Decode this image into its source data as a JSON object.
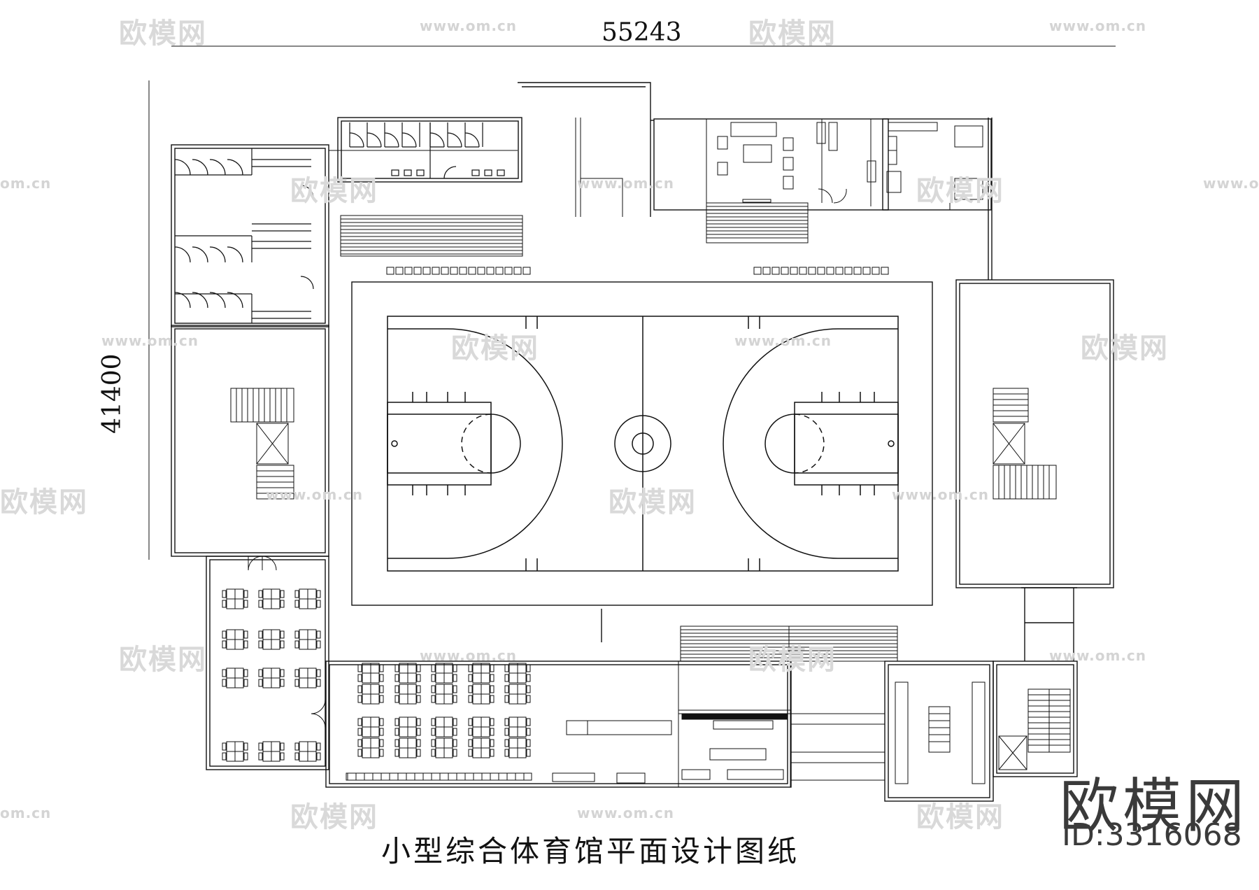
{
  "dimensions": {
    "width_label": "55243",
    "height_label": "41400"
  },
  "title": "小型综合体育馆平面设计图纸",
  "brand": {
    "name": "欧模网",
    "id": "ID:3316068"
  },
  "watermark": {
    "text": "欧模网",
    "url": "www.om.cn",
    "short_url": "om.cn"
  },
  "colors": {
    "line": "#111111",
    "watermark": "#d9d9d9"
  }
}
